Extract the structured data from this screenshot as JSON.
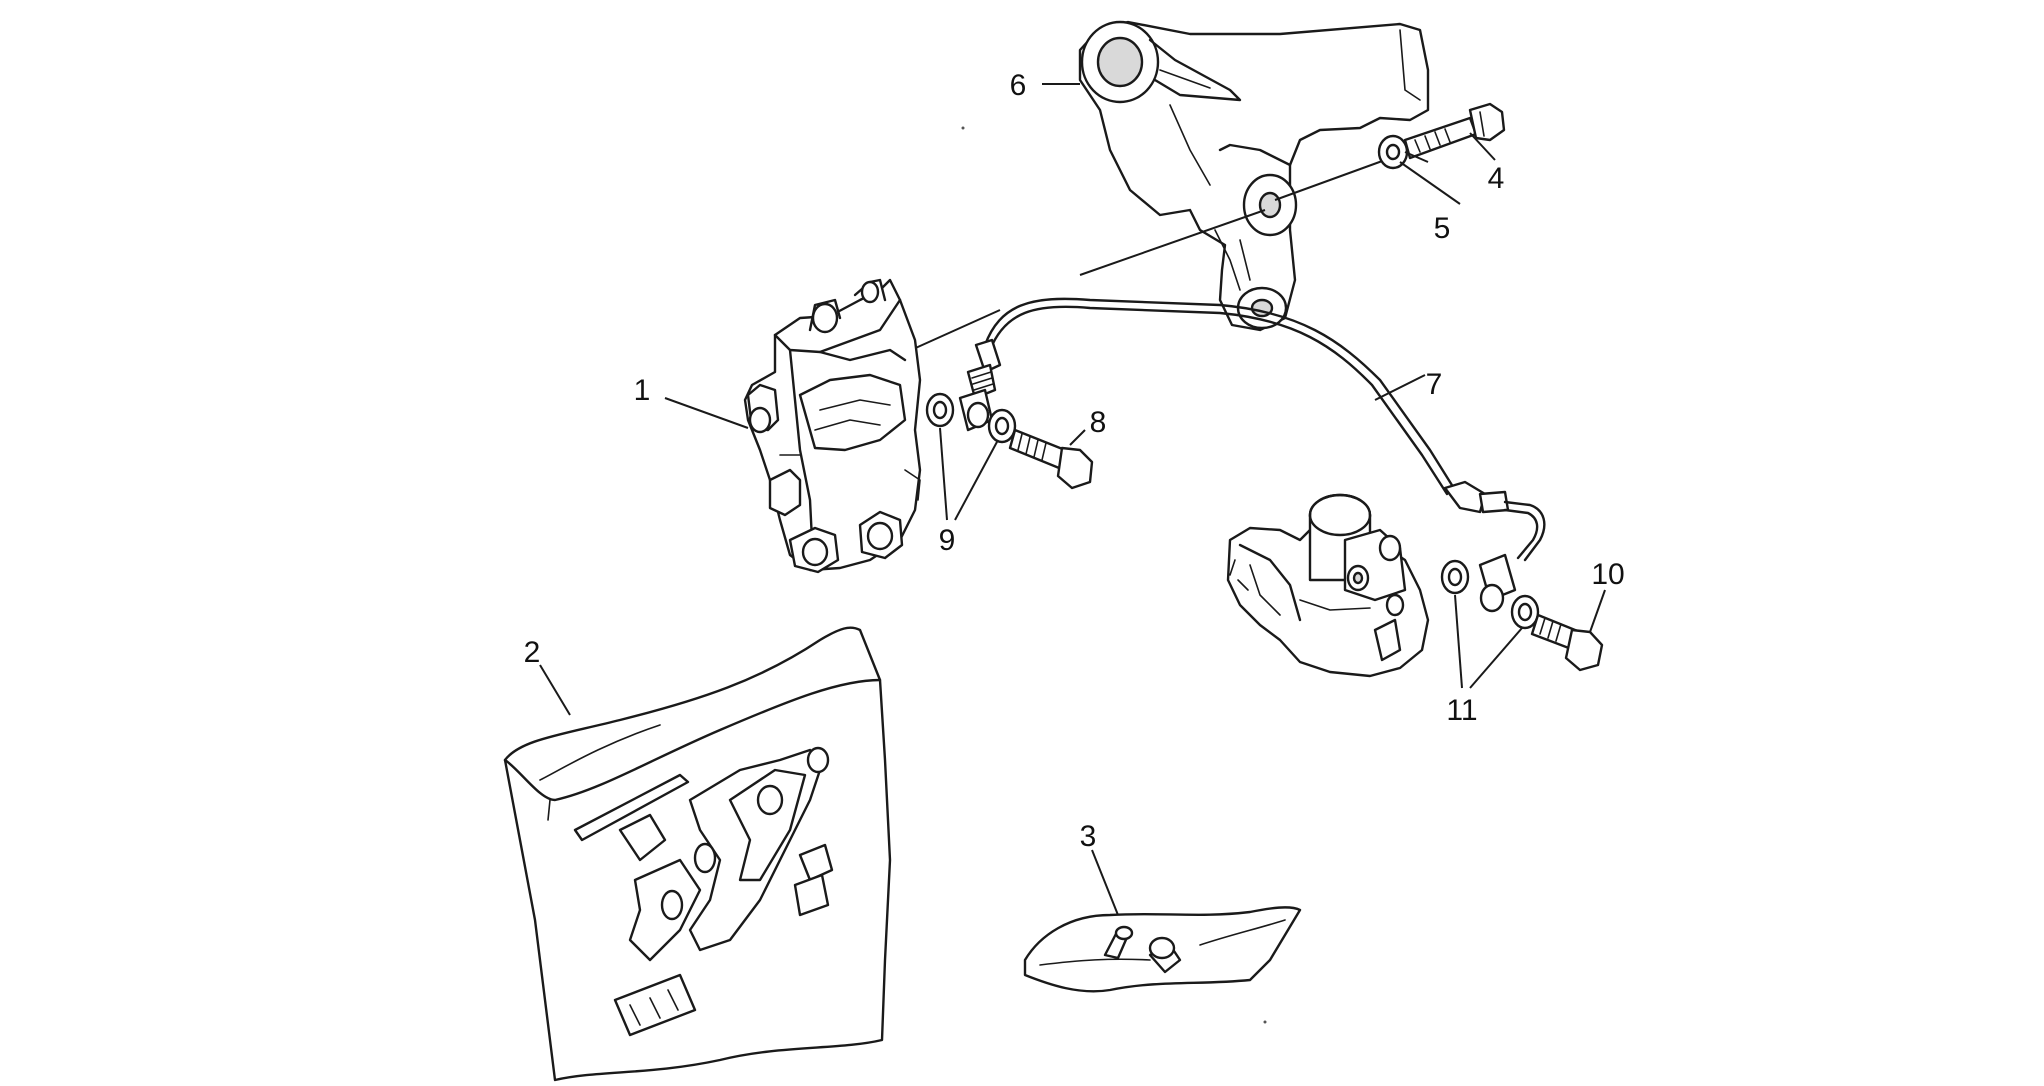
{
  "diagram": {
    "callouts": [
      {
        "id": "1",
        "label": "1"
      },
      {
        "id": "2",
        "label": "2"
      },
      {
        "id": "3",
        "label": "3"
      },
      {
        "id": "4",
        "label": "4"
      },
      {
        "id": "5",
        "label": "5"
      },
      {
        "id": "6",
        "label": "6"
      },
      {
        "id": "7",
        "label": "7"
      },
      {
        "id": "8",
        "label": "8"
      },
      {
        "id": "9",
        "label": "9"
      },
      {
        "id": "10",
        "label": "10"
      },
      {
        "id": "11",
        "label": "11"
      }
    ],
    "colors": {
      "line": "#1a1a1a",
      "background": "#ffffff",
      "label": "#111111"
    },
    "parts": [
      {
        "callout": "1",
        "icon": "brake-caliper-icon"
      },
      {
        "callout": "2",
        "icon": "brake-pad-kit-bag-icon"
      },
      {
        "callout": "3",
        "icon": "bleeder-kit-bag-icon"
      },
      {
        "callout": "4",
        "icon": "bolt-icon"
      },
      {
        "callout": "5",
        "icon": "washer-icon"
      },
      {
        "callout": "6",
        "icon": "caliper-bracket-icon"
      },
      {
        "callout": "7",
        "icon": "brake-hose-icon"
      },
      {
        "callout": "8",
        "icon": "banjo-bolt-icon"
      },
      {
        "callout": "9",
        "icon": "sealing-washer-icon"
      },
      {
        "callout": "10",
        "icon": "banjo-bolt-icon"
      },
      {
        "callout": "11",
        "icon": "sealing-washer-icon"
      }
    ]
  }
}
